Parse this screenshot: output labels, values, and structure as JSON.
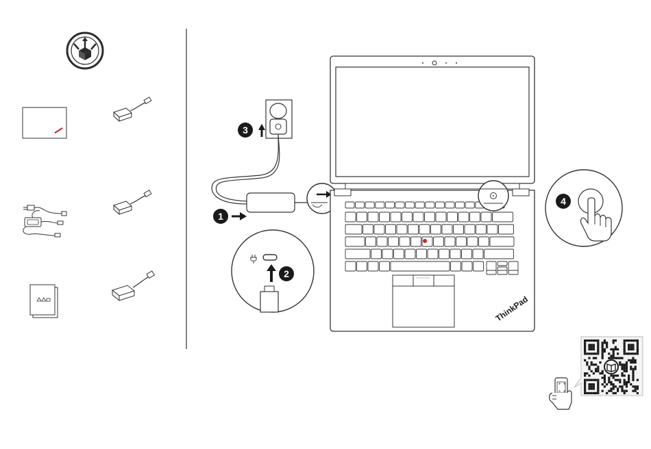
{
  "steps": [
    {
      "label": "1"
    },
    {
      "label": "2"
    },
    {
      "label": "3"
    },
    {
      "label": "4"
    }
  ],
  "laptop": {
    "brand_text": "ThinkPad"
  },
  "icons": {
    "unbox": "unbox-icon",
    "power_button": "power-button-icon",
    "plug": "plug-icon",
    "qr": "qr-code-icon",
    "phone_scan": "phone-scan-icon"
  },
  "colors": {
    "line": "#2b2b2b",
    "fill_light": "#f2f2f2",
    "key_fill": "#ffffff",
    "badge": "#1a1a1a",
    "panel": "#f4f4f4",
    "trackpoint": "#c8262c"
  }
}
